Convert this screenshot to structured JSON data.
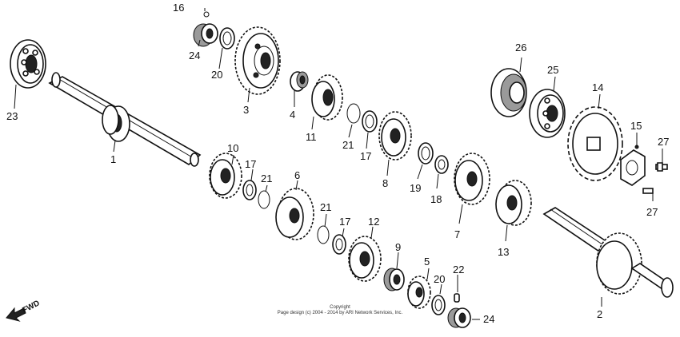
{
  "callouts": {
    "c1": "1",
    "c2": "2",
    "c3": "3",
    "c4": "4",
    "c5": "5",
    "c6": "6",
    "c7": "7",
    "c8": "8",
    "c9": "9",
    "c10": "10",
    "c11": "11",
    "c12": "12",
    "c13": "13",
    "c14": "14",
    "c15": "15",
    "c16": "16",
    "c17a": "17",
    "c17b": "17",
    "c17c": "17",
    "c18": "18",
    "c19": "19",
    "c20a": "20",
    "c20b": "20",
    "c21a": "21",
    "c21b": "21",
    "c21c": "21",
    "c22": "22",
    "c23": "23",
    "c24a": "24",
    "c24b": "24",
    "c25": "25",
    "c26": "26",
    "c27a": "27",
    "c27b": "27"
  },
  "footer": {
    "line1": "Copyright",
    "line2": "Page design (c) 2004 - 2014 by ARI Network Services, Inc."
  },
  "fwd_label": "FWD"
}
